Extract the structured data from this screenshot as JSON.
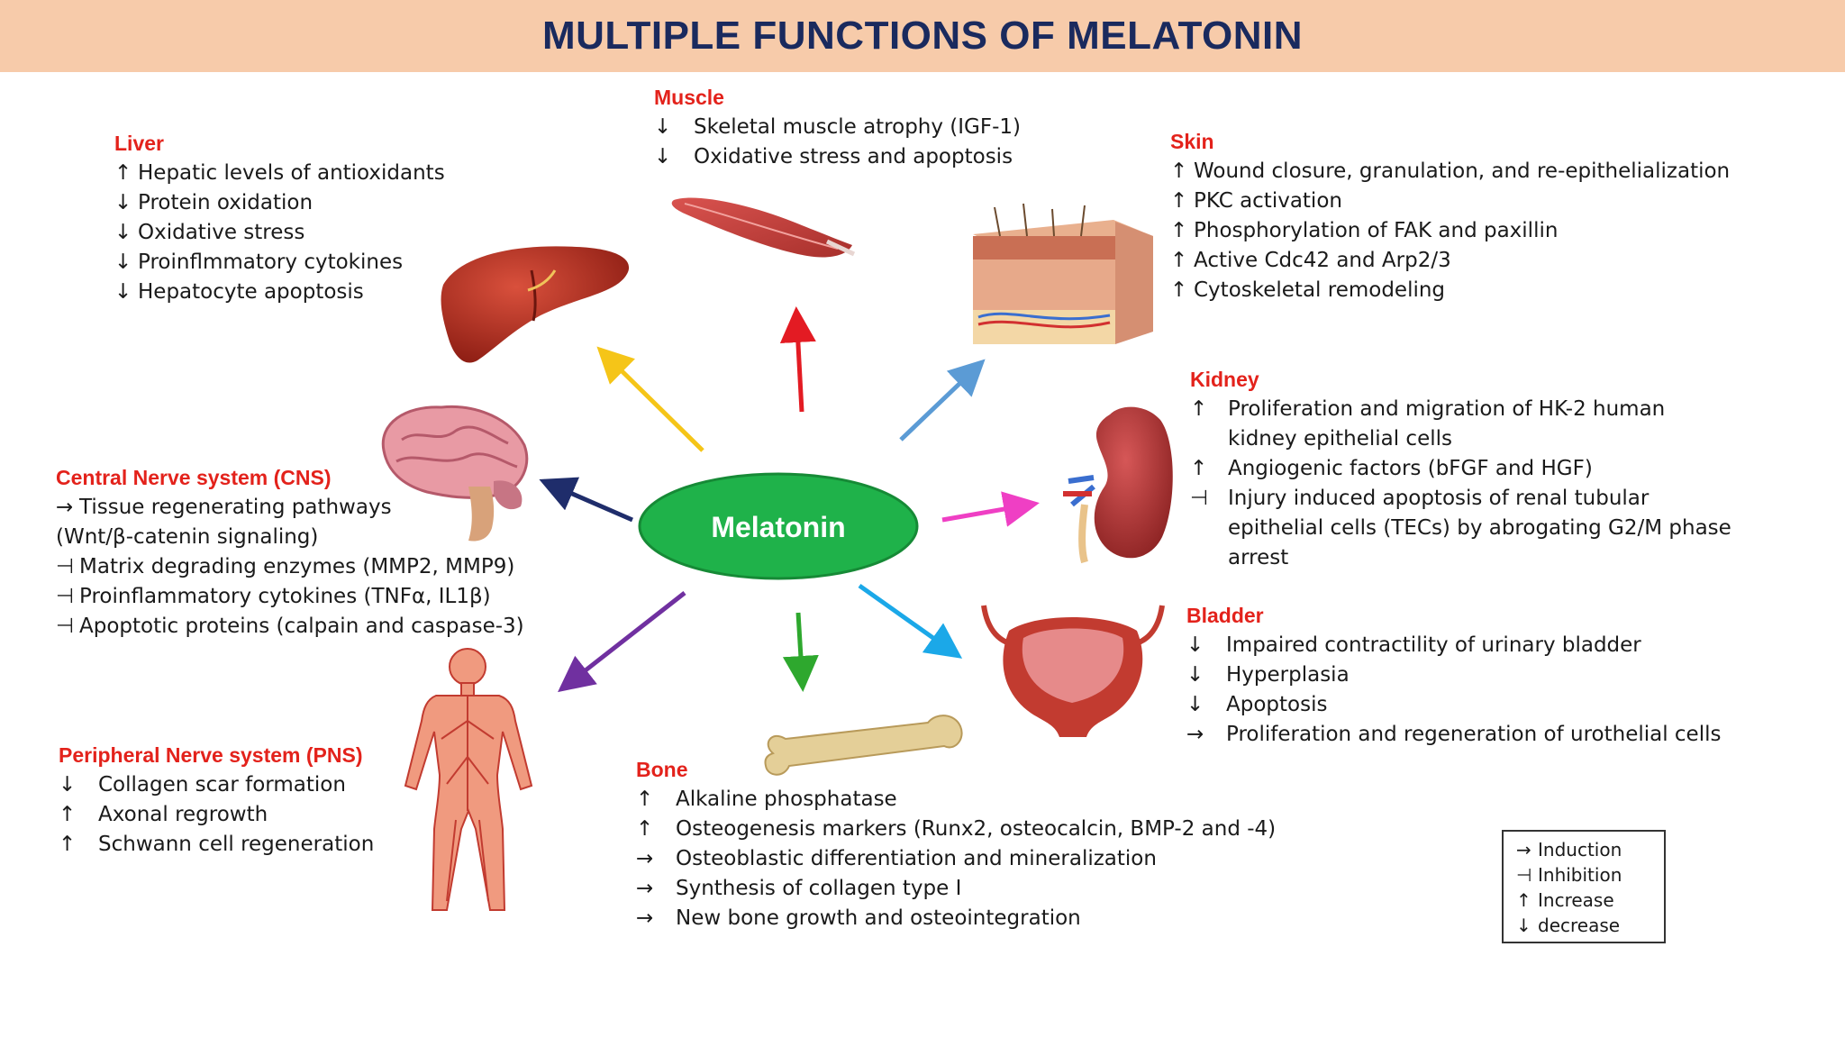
{
  "title": "MULTIPLE FUNCTIONS OF MELATONIN",
  "center": "Melatonin",
  "colors": {
    "banner": "#f7cbaa",
    "title": "#1a2a5e",
    "heading": "#e3221b",
    "center": "#1fb24a"
  },
  "liver": {
    "title": "Liver",
    "lines": [
      {
        "s": "↑",
        "t": "Hepatic levels of antioxidants"
      },
      {
        "s": "↓",
        "t": "Protein oxidation"
      },
      {
        "s": "↓",
        "t": "Oxidative stress"
      },
      {
        "s": "↓",
        "t": "Proinflmmatory cytokines"
      },
      {
        "s": "↓",
        "t": "Hepatocyte apoptosis"
      }
    ]
  },
  "muscle": {
    "title": "Muscle",
    "lines": [
      {
        "s": "↓",
        "t": "Skeletal muscle atrophy (IGF-1)"
      },
      {
        "s": "↓",
        "t": "Oxidative stress and apoptosis"
      }
    ]
  },
  "skin": {
    "title": "Skin",
    "lines": [
      {
        "s": "↑",
        "t": "Wound closure, granulation,  and re-epithelialization"
      },
      {
        "s": "↑",
        "t": "PKC activation"
      },
      {
        "s": "↑",
        "t": "Phosphorylation of FAK and paxillin"
      },
      {
        "s": "↑",
        "t": "Active Cdc42 and Arp2/3"
      },
      {
        "s": "↑",
        "t": "Cytoskeletal remodeling"
      }
    ]
  },
  "kidney": {
    "title": "Kidney",
    "l1s": "↑",
    "l1a": "Proliferation and migration of HK-2 human",
    "l1b": "kidney epithelial cells",
    "l2s": "↑",
    "l2": "Angiogenic factors (bFGF and HGF)",
    "l3s": "⊣",
    "l3a": "Injury induced apoptosis of renal tubular",
    "l3b": "epithelial cells (TECs) by abrogating G2/M phase",
    "l3c": "arrest"
  },
  "cns": {
    "title": "Central Nerve system (CNS)",
    "l1s": "→",
    "l1a": "Tissue regenerating pathways",
    "l1b": "(Wnt/β-catenin signaling)",
    "lines": [
      {
        "s": "⊣",
        "t": "Matrix degrading enzymes (MMP2, MMP9)"
      },
      {
        "s": "⊣",
        "t": "Proinflammatory cytokines (TNFα, IL1β)"
      },
      {
        "s": "⊣",
        "t": "Apoptotic proteins (calpain and caspase-3)"
      }
    ]
  },
  "bladder": {
    "title": "Bladder",
    "lines": [
      {
        "s": "↓",
        "t": "Impaired contractility of urinary bladder"
      },
      {
        "s": "↓",
        "t": "Hyperplasia"
      },
      {
        "s": "↓",
        "t": "Apoptosis"
      },
      {
        "s": "→",
        "t": "Proliferation and regeneration of urothelial cells"
      }
    ]
  },
  "pns": {
    "title": "Peripheral Nerve system (PNS)",
    "lines": [
      {
        "s": "↓",
        "t": "Collagen scar formation"
      },
      {
        "s": "↑",
        "t": "Axonal regrowth"
      },
      {
        "s": "↑",
        "t": "Schwann cell regeneration"
      }
    ]
  },
  "bone": {
    "title": "Bone",
    "lines": [
      {
        "s": "↑",
        "t": "Alkaline phosphatase"
      },
      {
        "s": "↑",
        "t": "Osteogenesis markers (Runx2, osteocalcin, BMP-2 and -4)"
      },
      {
        "s": "→",
        "t": "Osteoblastic differentiation and mineralization"
      },
      {
        "s": "→",
        "t": "Synthesis of collagen type I"
      },
      {
        "s": "→",
        "t": "New bone growth and osteointegration"
      }
    ]
  },
  "legend": [
    {
      "s": "→",
      "t": "Induction"
    },
    {
      "s": "⊣",
      "t": "Inhibition"
    },
    {
      "s": "↑",
      "t": "Increase"
    },
    {
      "s": "↓",
      "t": "decrease"
    }
  ]
}
